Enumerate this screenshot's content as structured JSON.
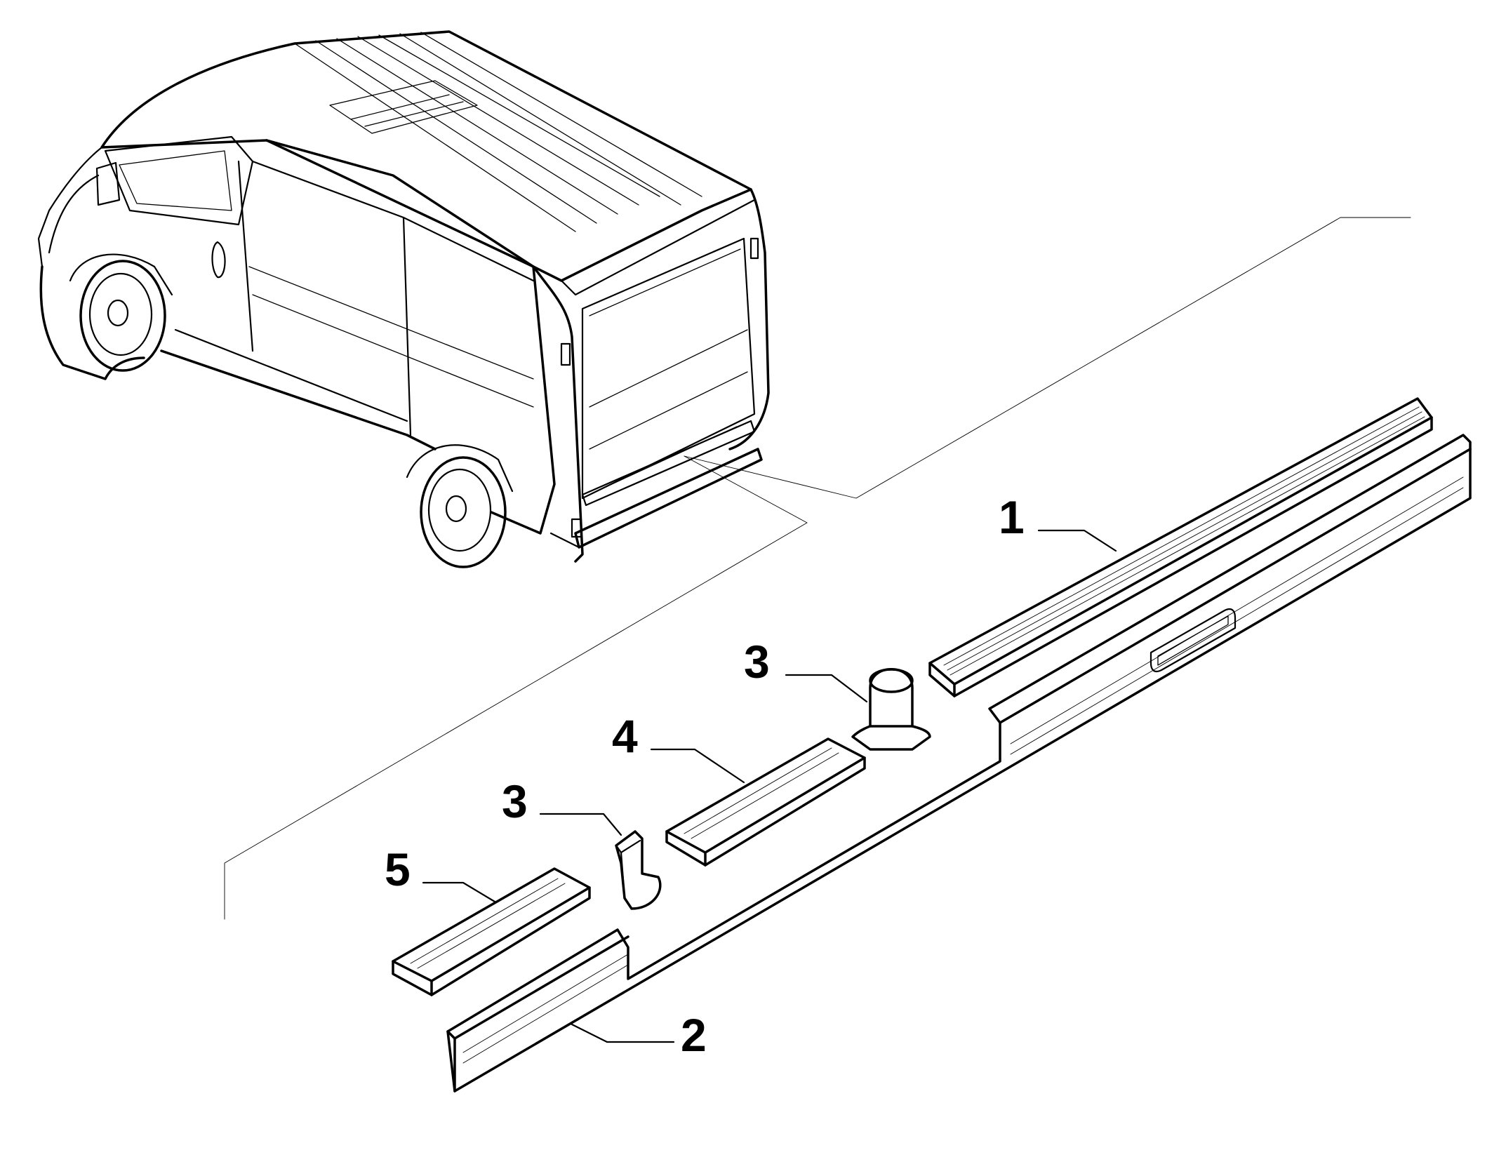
{
  "callouts": [
    {
      "id": "callout-1",
      "number": "1"
    },
    {
      "id": "callout-2",
      "number": "2"
    },
    {
      "id": "callout-3a",
      "number": "3"
    },
    {
      "id": "callout-3b",
      "number": "3"
    },
    {
      "id": "callout-4",
      "number": "4"
    },
    {
      "id": "callout-5",
      "number": "5"
    }
  ],
  "colors": {
    "ink": "#000000",
    "background": "#ffffff"
  }
}
